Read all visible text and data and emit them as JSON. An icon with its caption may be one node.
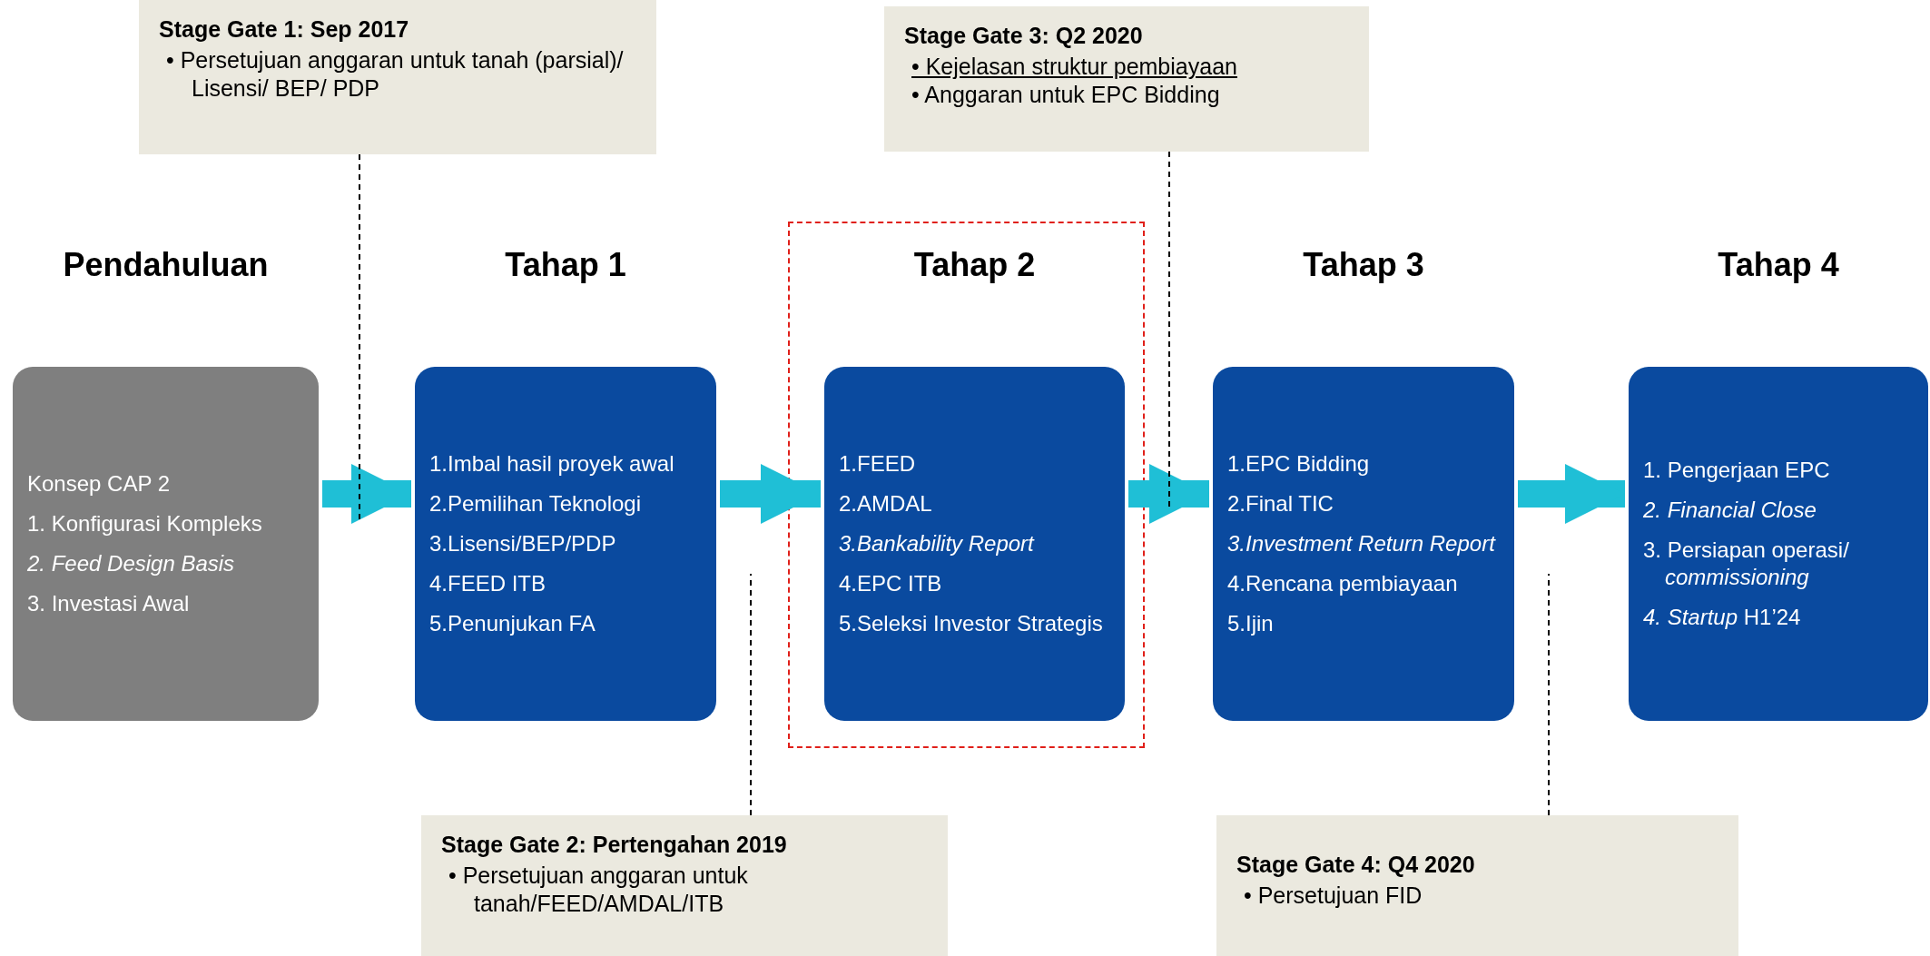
{
  "diagram": {
    "nodes": [
      {
        "text": [
          "Stage Gate 1: Sep 2017",
          "• Persetujuan anggaran untuk tanah (parsial)/ Lisensi/ BEP/ PDP"
        ]
      },
      {
        "text": [
          "Stage Gate 3: Q2 2020",
          "• Kejelasan struktur pembiayaan",
          "• Anggaran untuk EPC Bidding"
        ]
      },
      {
        "text": [
          "Pendahuluan",
          "Konsep CAP 2",
          "1. Konfigurasi Kompleks",
          "2. Feed Design Basis",
          "3. Investasi Awal"
        ]
      },
      {
        "text": [
          "Tahap 1",
          "1.Imbal hasil proyek awal",
          "2.Pemilihan Teknologi",
          "3.Lisensi/BEP/PDP",
          "4.FEED ITB",
          "5.Penunjukan FA"
        ]
      },
      {
        "text": [
          "Tahap 2",
          "1.FEED",
          "2.AMDAL",
          "3.Bankability Report",
          "4.EPC ITB",
          "5.Seleksi Investor Strategis"
        ]
      },
      {
        "text": [
          "Tahap 3",
          "1.EPC Bidding",
          "2.Final TIC",
          "3.Investment Return Report",
          "4.Rencana pembiayaan",
          "5.Ijin"
        ]
      },
      {
        "text": [
          "Tahap 4",
          "1. Pengerjaan EPC",
          "2. Financial Close",
          "3. Persiapan operasi/ *commissioning*",
          "*4. Startup* H1’24"
        ]
      },
      {
        "text": [
          "Stage Gate 2: Pertengahan 2019",
          "• Persetujuan anggaran untuk tanah/FEED/AMDAL/ITB"
        ]
      },
      {
        "text": [
          "Stage Gate 4: Q4 2020",
          "• Persetujuan FID"
        ]
      }
    ],
    "edges": [
      {
        "from": 2,
        "to": 3,
        "arrow": "to",
        "style": "thick",
        "color": "#1fbfd6"
      },
      {
        "from": 3,
        "to": 4,
        "arrow": "to",
        "style": "thick",
        "color": "#1fbfd6"
      },
      {
        "from": 4,
        "to": 5,
        "arrow": "to",
        "style": "thick",
        "color": "#1fbfd6"
      },
      {
        "from": 5,
        "to": 6,
        "arrow": "to",
        "style": "thick",
        "color": "#1fbfd6"
      },
      {
        "from": 0,
        "to": null,
        "arrow": "none",
        "style": "dashed",
        "color": "#000000"
      },
      {
        "from": 1,
        "to": null,
        "arrow": "none",
        "style": "dashed",
        "color": "#000000"
      },
      {
        "from": 7,
        "to": null,
        "arrow": "none",
        "style": "dashed",
        "color": "#000000"
      },
      {
        "from": 8,
        "to": null,
        "arrow": "none",
        "style": "dashed",
        "color": "#000000"
      }
    ]
  }
}
